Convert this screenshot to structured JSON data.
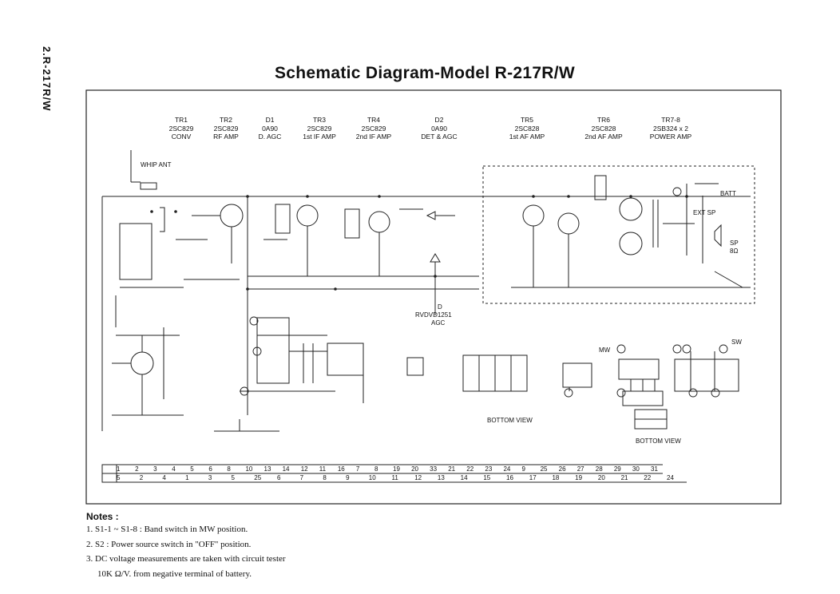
{
  "page": {
    "side_label": "2.R-217R/W",
    "title": "Schematic Diagram-Model R-217R/W"
  },
  "stages": [
    {
      "ref": "TR1",
      "part": "2SC829",
      "role": "CONV"
    },
    {
      "ref": "TR2",
      "part": "2SC829",
      "role": "RF AMP"
    },
    {
      "ref": "D1",
      "part": "0A90",
      "role": "D. AGC"
    },
    {
      "ref": "TR3",
      "part": "2SC829",
      "role": "1st IF AMP"
    },
    {
      "ref": "TR4",
      "part": "2SC829",
      "role": "2nd IF AMP"
    },
    {
      "ref": "D2",
      "part": "0A90",
      "role": "DET & AGC"
    },
    {
      "ref": "TR5",
      "part": "2SC828",
      "role": "1st AF AMP"
    },
    {
      "ref": "TR6",
      "part": "2SC828",
      "role": "2nd AF AMP"
    },
    {
      "ref": "TR7-8",
      "part": "2SB324 x 2",
      "role": "POWER AMP"
    }
  ],
  "labels": {
    "whip_ant": "WHIP ANT",
    "agc_diode": "RVDVD1251",
    "agc": "AGC",
    "d_label": "D",
    "batt": "BATT",
    "ext_sp": "EXT SP",
    "sp": "SP",
    "sp_ohm": "8Ω",
    "bottom_view_1": "BOTTOM VIEW",
    "bottom_view_2": "BOTTOM VIEW",
    "mw": "MW",
    "sw": "SW"
  },
  "terminal_rows": {
    "row1": [
      "1",
      "2",
      "3",
      "4",
      "5",
      "6",
      "8",
      "10",
      "13",
      "14",
      "12",
      "11",
      "16",
      "7",
      "8",
      "19",
      "20",
      "33",
      "21",
      "22",
      "23",
      "24",
      "9",
      "25",
      "26",
      "27",
      "28",
      "29",
      "30",
      "31"
    ],
    "row2": [
      "5",
      "2",
      "4",
      "1",
      "3",
      "5",
      "25",
      "6",
      "7",
      "8",
      "9",
      "10",
      "11",
      "12",
      "13",
      "14",
      "15",
      "16",
      "17",
      "18",
      "19",
      "20",
      "21",
      "22",
      "24"
    ]
  },
  "notes": {
    "title": "Notes :",
    "lines": [
      "1. S1-1 ~ S1-8 : Band switch in MW position.",
      "2. S2 : Power source switch in \"OFF\" position.",
      "3. DC voltage measurements are taken with circuit tester",
      "10K Ω/V. from negative terminal of battery."
    ]
  }
}
